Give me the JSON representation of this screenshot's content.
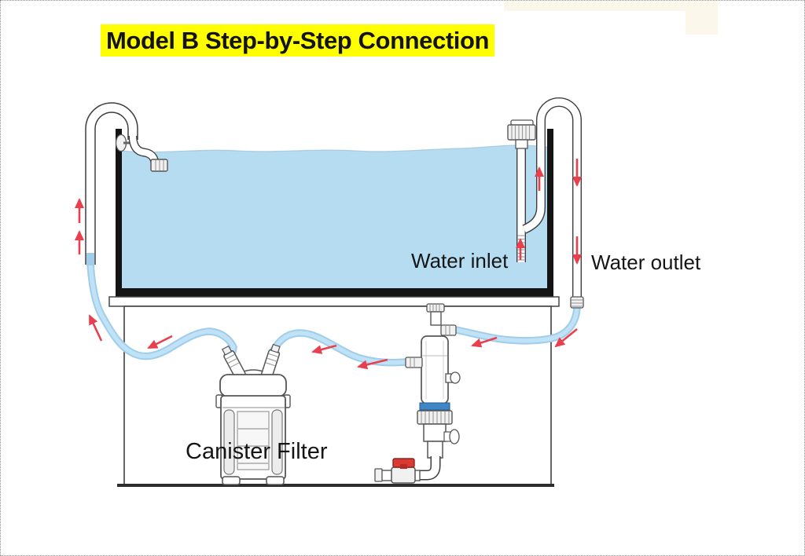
{
  "title": {
    "text": "Model B Step-by-Step Connection"
  },
  "labels": {
    "water_inlet": "Water inlet",
    "water_outlet": "Water outlet",
    "canister_filter": "Canister Filter"
  },
  "colors": {
    "highlight-yellow": "#ffff00",
    "water-blue": "#b6dcf2",
    "hose-blue": "#a0cdea",
    "hose-blue-light": "#bfe2f7",
    "arrow-red": "#e8404e",
    "valve-red": "#d93a32",
    "ring-blue": "#3f86c6"
  }
}
